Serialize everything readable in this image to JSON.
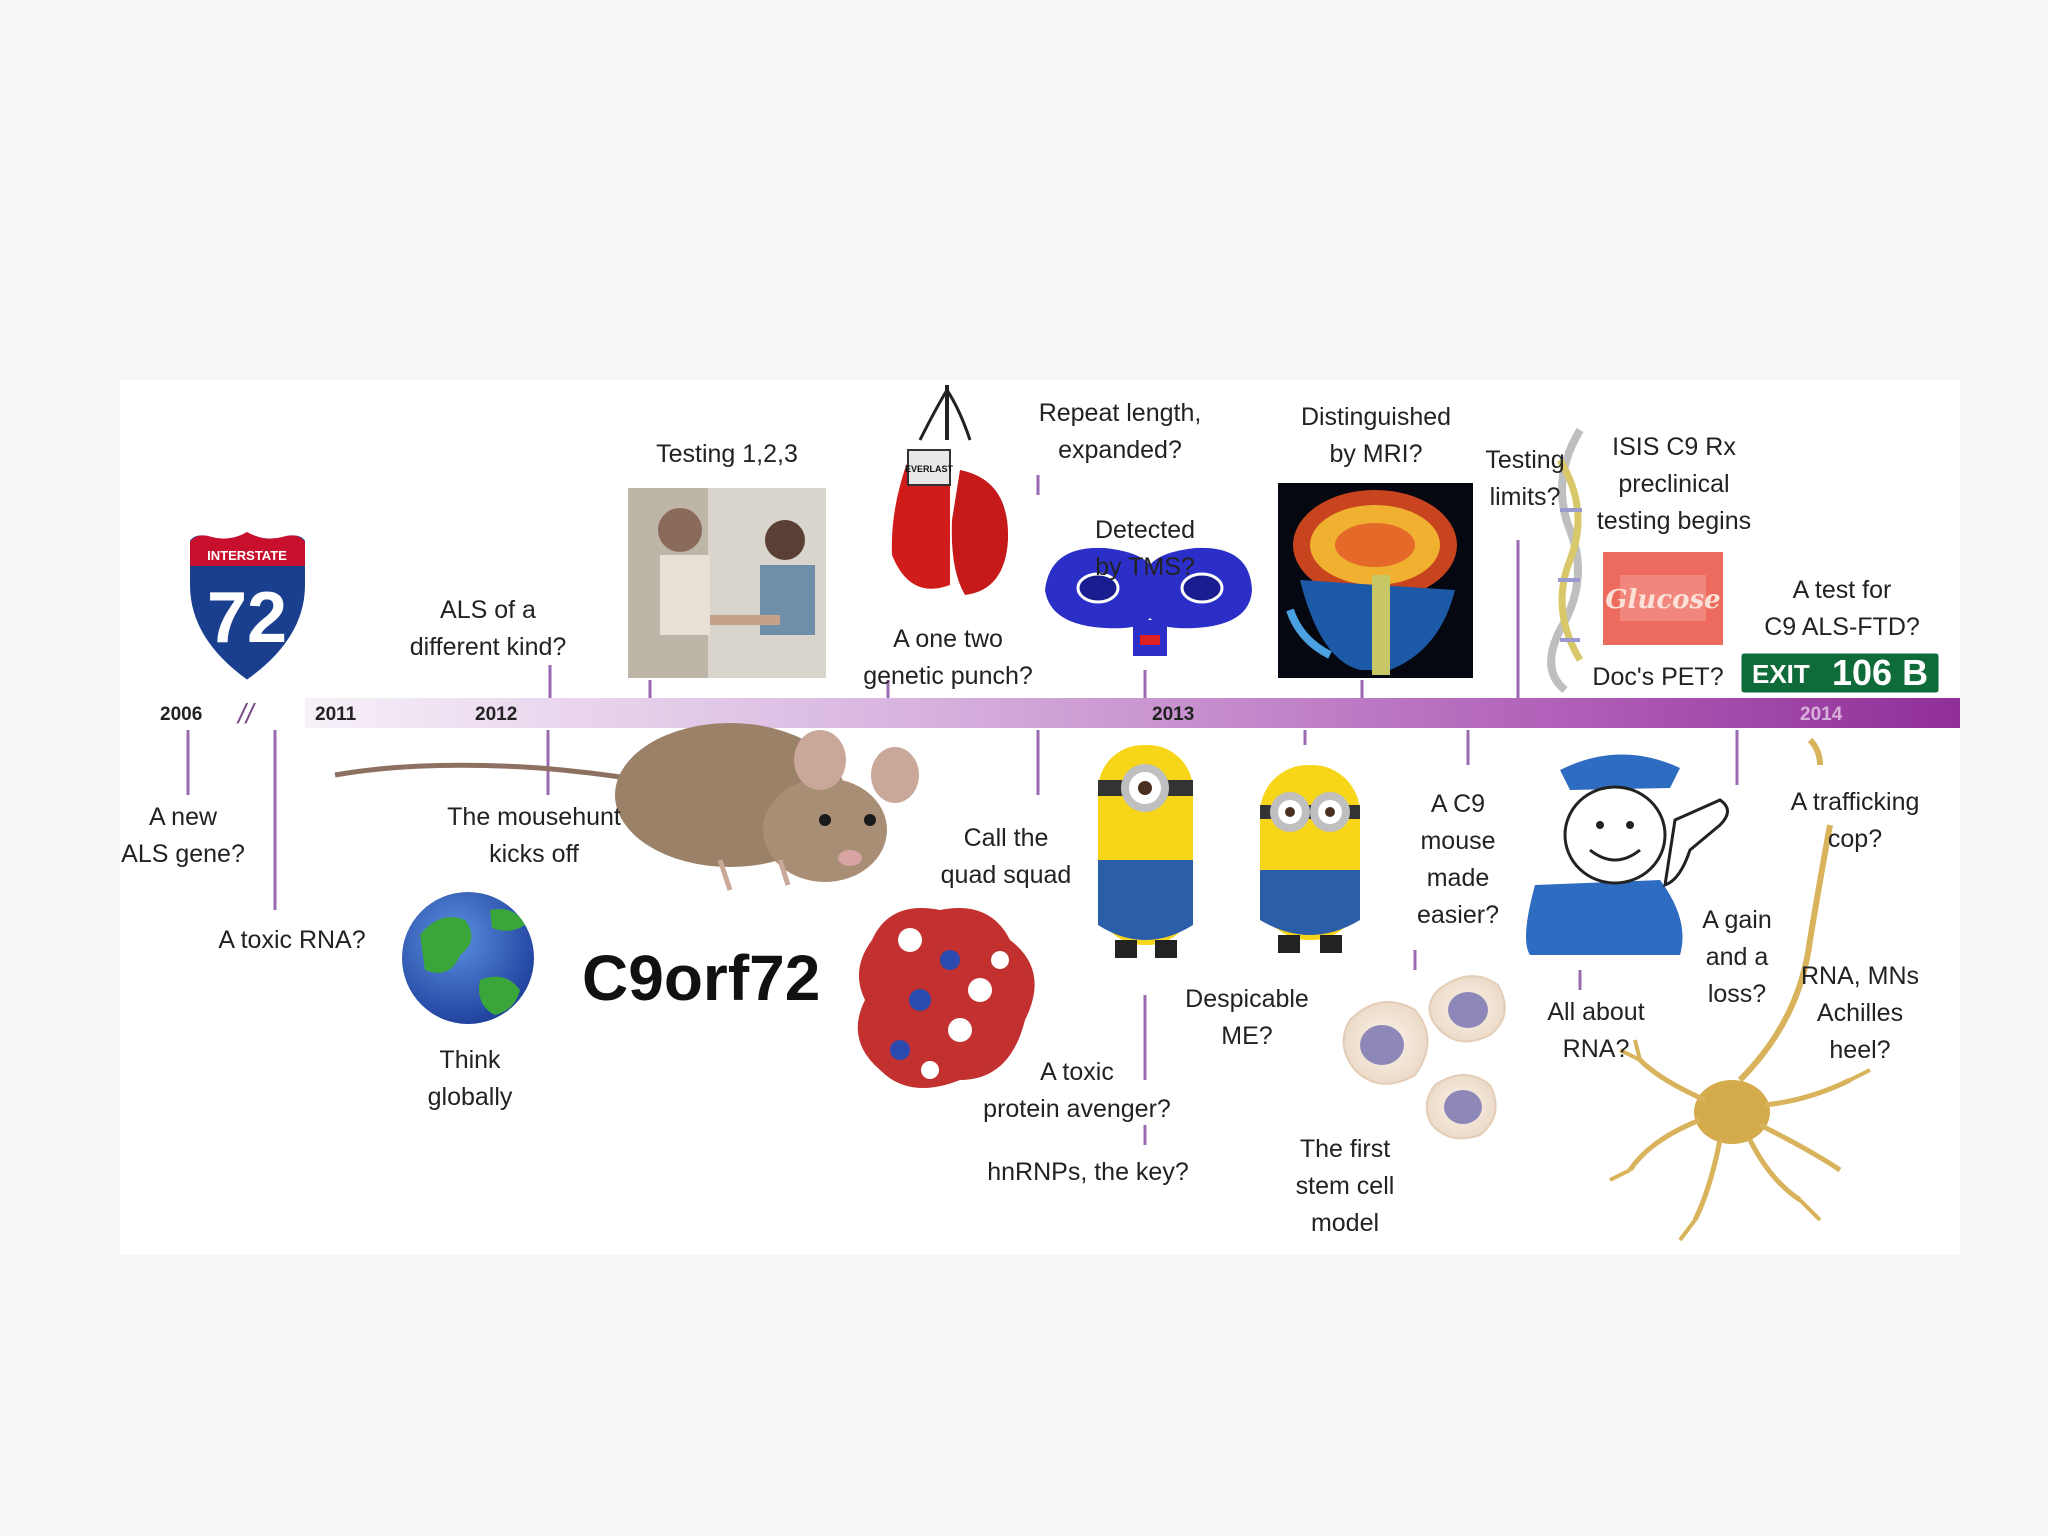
{
  "colors": {
    "background": "#f6f6f6",
    "panel": "#ffffff",
    "timeline_start": "#f4eef7",
    "timeline_end": "#8e2c95",
    "connector": "#9a6ab0",
    "shield_blue": "#1a3f8f",
    "shield_red": "#c8102e",
    "exit_sign": "#0f6b3a",
    "neuron": "#d8b35c",
    "minion_yellow": "#f7d61a",
    "minion_blue": "#2b5ea8"
  },
  "timeline": {
    "years": [
      "2006",
      "2011",
      "2012",
      "2013",
      "2014"
    ],
    "break_mark": "//"
  },
  "icons": {
    "interstate": {
      "name": "interstate-shield-icon",
      "banner": "INTERSTATE",
      "number": "72"
    },
    "exit_sign": {
      "name": "exit-sign-icon",
      "exit_word": "EXIT",
      "exit_number": "106 B"
    },
    "glucose_box": {
      "name": "glucose-box-icon",
      "text": "Glucose"
    },
    "gloves": {
      "name": "boxing-gloves-icon",
      "brand": "EVERLAST"
    }
  },
  "gene_name": "C9orf72",
  "labels": {
    "new_als_gene": [
      "A new",
      "ALS gene?"
    ],
    "toxic_rna": [
      "A toxic RNA?"
    ],
    "als_different": [
      "ALS of a",
      "different kind?"
    ],
    "mousehunt": [
      "The mousehunt",
      "kicks off"
    ],
    "think_globally": [
      "Think",
      "globally"
    ],
    "testing_123": [
      "Testing 1,2,3"
    ],
    "one_two_punch": [
      "A one two",
      "genetic punch?"
    ],
    "quad_squad": [
      "Call the",
      "quad squad"
    ],
    "toxic_protein": [
      "A toxic",
      "protein avenger?"
    ],
    "hnrnps": [
      "hnRNPs, the key?"
    ],
    "repeat_length": [
      "Repeat length,",
      "expanded?"
    ],
    "detected_tms": [
      "Detected",
      "by TMS?"
    ],
    "despicable": [
      "Despicable",
      "ME?"
    ],
    "distinguished_mri": [
      "Distinguished",
      "by MRI?"
    ],
    "first_stem_cell": [
      "The first",
      "stem cell",
      "model"
    ],
    "c9_mouse": [
      "A C9",
      "mouse",
      "made",
      "easier?"
    ],
    "testing_limits": [
      "Testing",
      "limits?"
    ],
    "isis": [
      "ISIS C9 Rx",
      "preclinical",
      "testing begins"
    ],
    "docs_pet": [
      "Doc's PET?"
    ],
    "all_about_rna": [
      "All about",
      "RNA?"
    ],
    "gain_loss": [
      "A gain",
      "and a",
      "loss?"
    ],
    "test_c9": [
      "A test for",
      "C9 ALS-FTD?"
    ],
    "trafficking_cop": [
      "A trafficking",
      "cop?"
    ],
    "rna_mns": [
      "RNA, MNs",
      "Achilles",
      "heel?"
    ]
  }
}
